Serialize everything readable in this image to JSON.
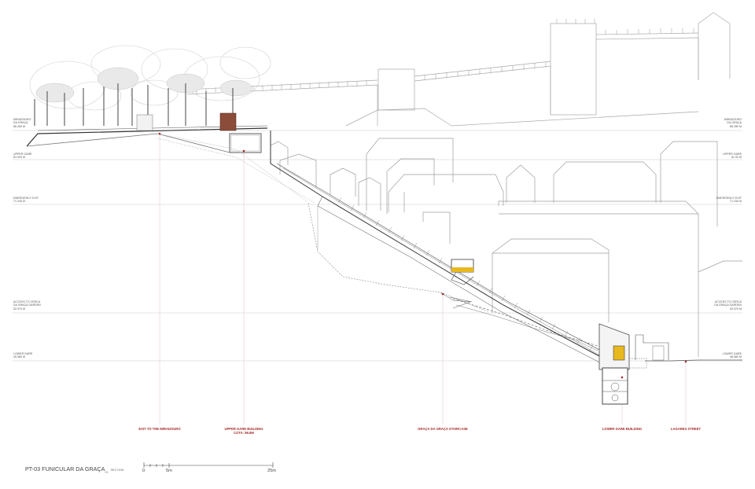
{
  "levels_left": [
    {
      "label": "MIRADOURO\nDA GRAÇA\n86.280 m"
    },
    {
      "label": "UPPER GARE\n81.920 m"
    },
    {
      "label": "EMERGENCY EXIT\n71.240 m"
    },
    {
      "label": "ACCESS TO CERCA\nDA GRAÇA GARDEN\n52.970 m"
    },
    {
      "label": "LOWER GARE\n45.580 m"
    }
  ],
  "levels_right": [
    {
      "label": "MIRADOURO\nDA GRAÇA\n86.280 m"
    },
    {
      "label": "UPPER GARE\n81.92 m"
    },
    {
      "label": "EMERGENCY EXIT\n71.240 m"
    },
    {
      "label": "ACCESS TO CERCA\nDA GRAÇA GARDEN\n52.970 m"
    },
    {
      "label": "LOWER GARE\n46.580 m"
    }
  ],
  "locations": [
    {
      "label": "EXIT TO THE MIRADOURO"
    },
    {
      "label": "UPPER GARE BUILDING\nCOTA: 86.9M"
    },
    {
      "label": "GRAÇA DA GRAÇA STAIRCASE"
    },
    {
      "label": "LOWER GARE BUILDING"
    },
    {
      "label": "LAGARES STREET"
    }
  ],
  "title": {
    "main": "PT-03 FUNICULAR DA GRAÇA_",
    "sub": "SECTION"
  },
  "scale": {
    "zero": "0",
    "mid": "5m",
    "end": "25m"
  },
  "colors": {
    "accent_red": "#a52a2a",
    "cabin_yellow": "#e8b820",
    "line": "#9a9a9a",
    "ground": "#777777"
  }
}
